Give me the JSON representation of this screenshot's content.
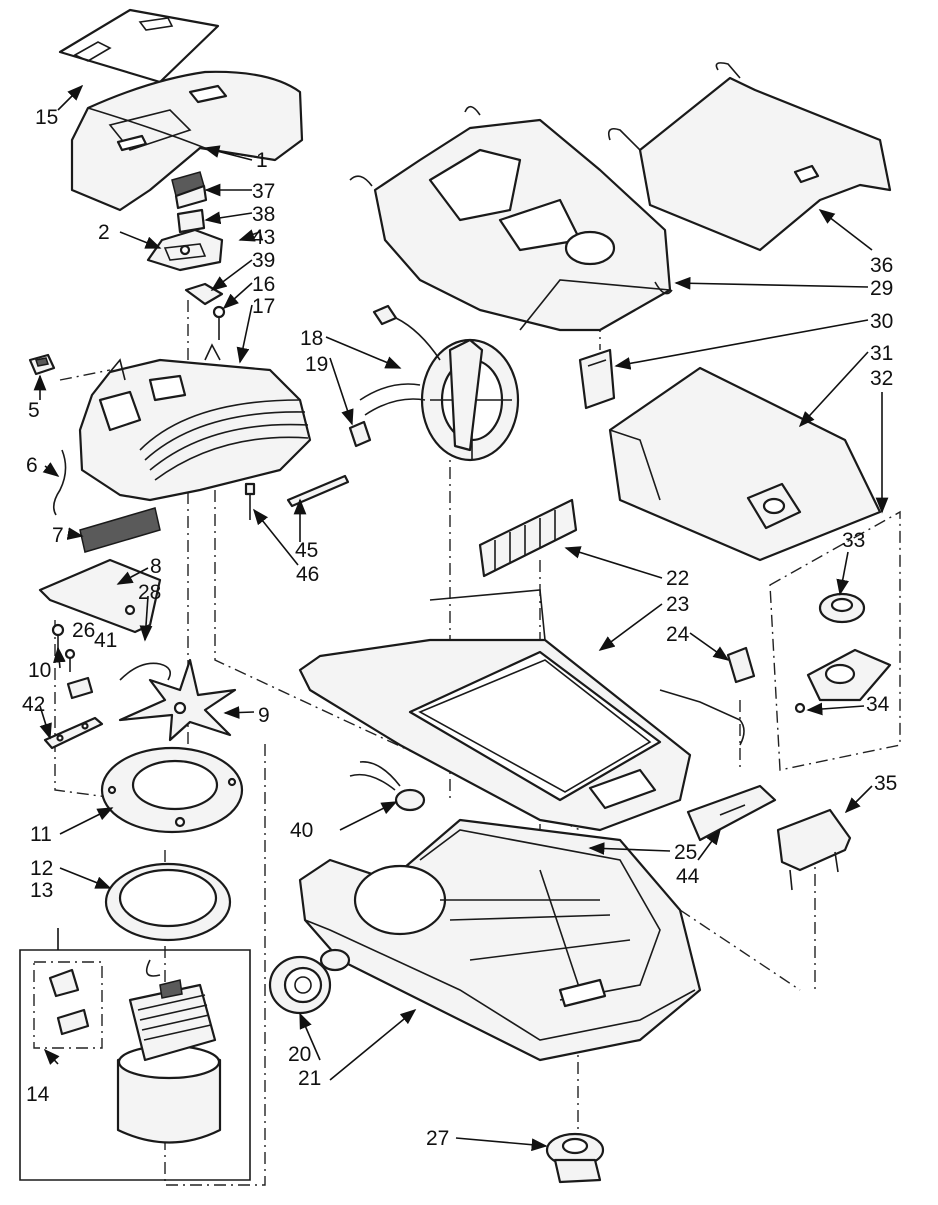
{
  "labels": {
    "1": "1",
    "2": "2",
    "5": "5",
    "6": "6",
    "7": "7",
    "8": "8",
    "9": "9",
    "10": "10",
    "11": "11",
    "12": "12",
    "13": "13",
    "14": "14",
    "15": "15",
    "16": "16",
    "17": "17",
    "18": "18",
    "19": "19",
    "20": "20",
    "21": "21",
    "22": "22",
    "23": "23",
    "24": "24",
    "25": "25",
    "26": "26",
    "27": "27",
    "28": "28",
    "29": "29",
    "30": "30",
    "31": "31",
    "32": "32",
    "33": "33",
    "34": "34",
    "35": "35",
    "36": "36",
    "37": "37",
    "38": "38",
    "39": "39",
    "40": "40",
    "41": "41",
    "42": "42",
    "43": "43",
    "44": "44",
    "45": "45",
    "46": "46"
  }
}
